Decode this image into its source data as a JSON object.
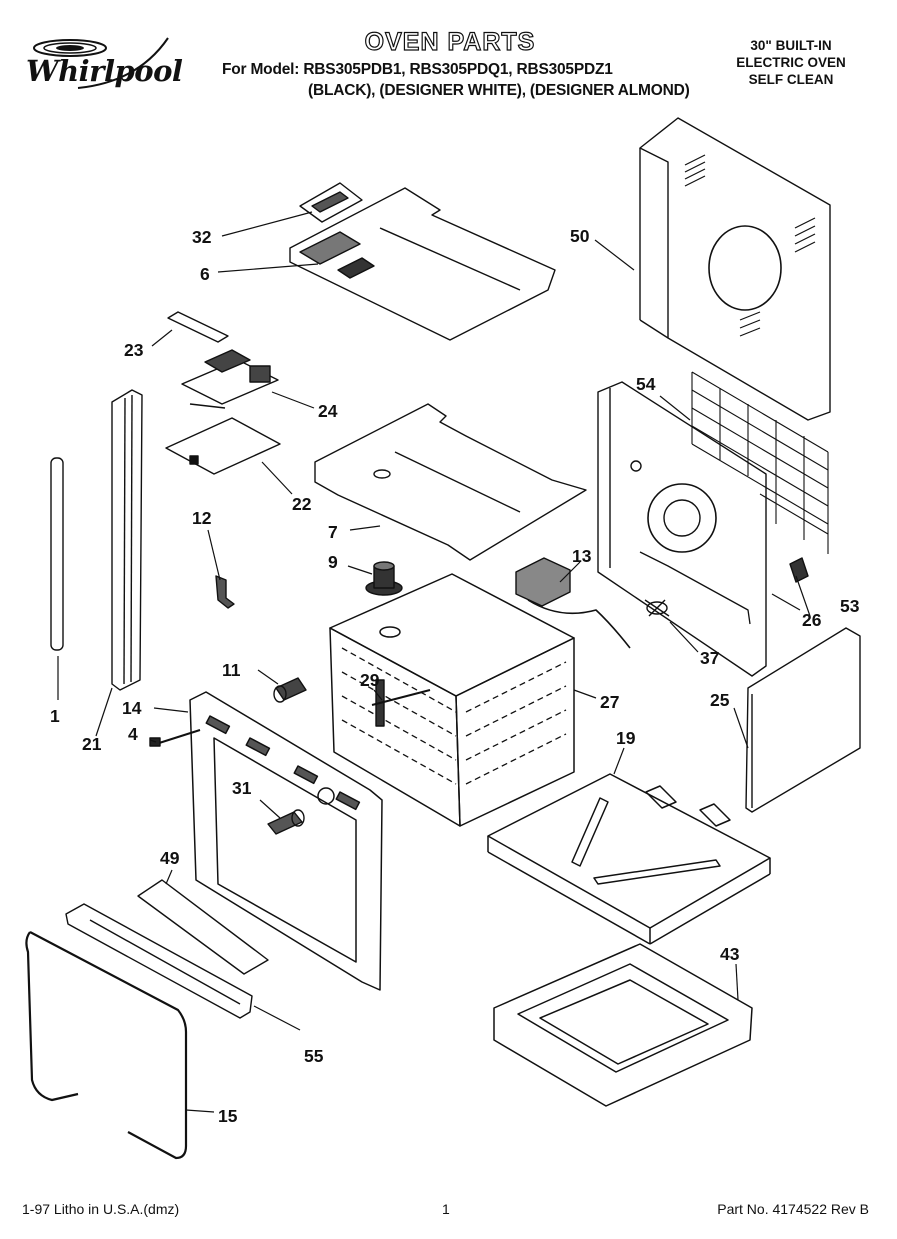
{
  "brand": {
    "name": "Whirlpool"
  },
  "header": {
    "title": "OVEN PARTS",
    "model_line": "For Model: RBS305PDB1, RBS305PDQ1, RBS305PDZ1",
    "colors_line": "(BLACK), (DESIGNER WHITE), (DESIGNER ALMOND)",
    "desc_line1": "30\" BUILT-IN",
    "desc_line2": "ELECTRIC OVEN",
    "desc_line3": "SELF CLEAN"
  },
  "callouts": {
    "c1": "1",
    "c4": "4",
    "c6": "6",
    "c7": "7",
    "c9": "9",
    "c11": "11",
    "c12": "12",
    "c13": "13",
    "c14": "14",
    "c15": "15",
    "c19": "19",
    "c21": "21",
    "c22": "22",
    "c23": "23",
    "c24": "24",
    "c25": "25",
    "c26": "26",
    "c27": "27",
    "c29": "29",
    "c31": "31",
    "c32": "32",
    "c37": "37",
    "c43": "43",
    "c49": "49",
    "c50": "50",
    "c53": "53",
    "c54": "54",
    "c55": "55"
  },
  "footer": {
    "left": "1-97 Litho in U.S.A.(dmz)",
    "page": "1",
    "part_no": "Part No. 4174522 Rev B"
  }
}
